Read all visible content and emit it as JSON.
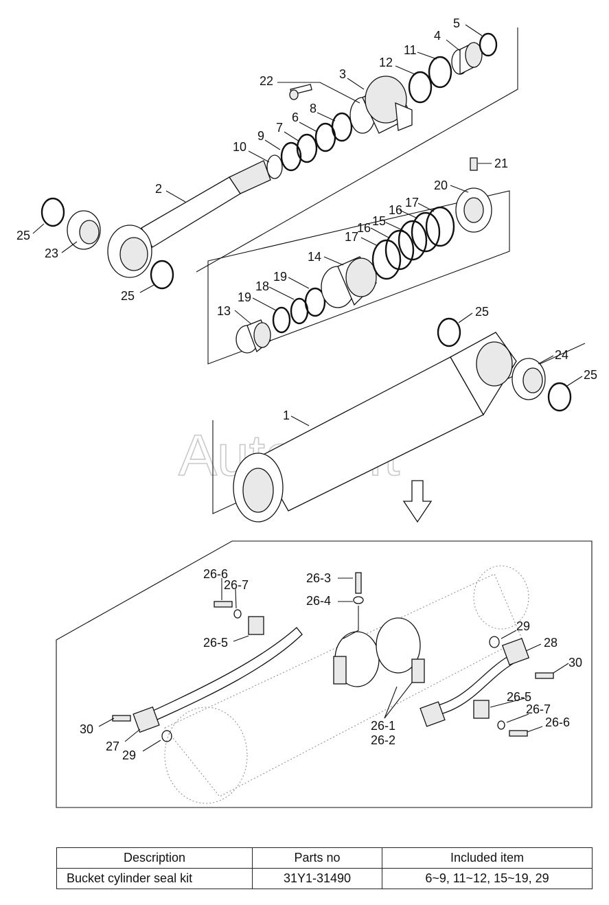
{
  "watermark": "AutoSoft",
  "labels": {
    "p1": "1",
    "p2": "2",
    "p3": "3",
    "p4": "4",
    "p5": "5",
    "p6": "6",
    "p7": "7",
    "p8": "8",
    "p9": "9",
    "p10": "10",
    "p11": "11",
    "p12": "12",
    "p13": "13",
    "p14": "14",
    "p15": "15",
    "p16a": "16",
    "p16b": "16",
    "p17a": "17",
    "p17b": "17",
    "p18": "18",
    "p19a": "19",
    "p19b": "19",
    "p20": "20",
    "p21": "21",
    "p22": "22",
    "p23": "23",
    "p24": "24",
    "p25a": "25",
    "p25b": "25",
    "p25c": "25",
    "p25d": "25",
    "p26_1": "26-1",
    "p26_2": "26-2",
    "p26_3": "26-3",
    "p26_4": "26-4",
    "p26_5a": "26-5",
    "p26_5b": "26-5",
    "p26_6a": "26-6",
    "p26_6b": "26-6",
    "p26_7a": "26-7",
    "p26_7b": "26-7",
    "p27": "27",
    "p28": "28",
    "p29a": "29",
    "p29b": "29",
    "p30a": "30",
    "p30b": "30"
  },
  "table": {
    "headers": [
      "Description",
      "Parts no",
      "Included item"
    ],
    "rows": [
      [
        "Bucket cylinder seal kit",
        "31Y1-31490",
        "6~9, 11~12, 15~19, 29"
      ]
    ]
  }
}
